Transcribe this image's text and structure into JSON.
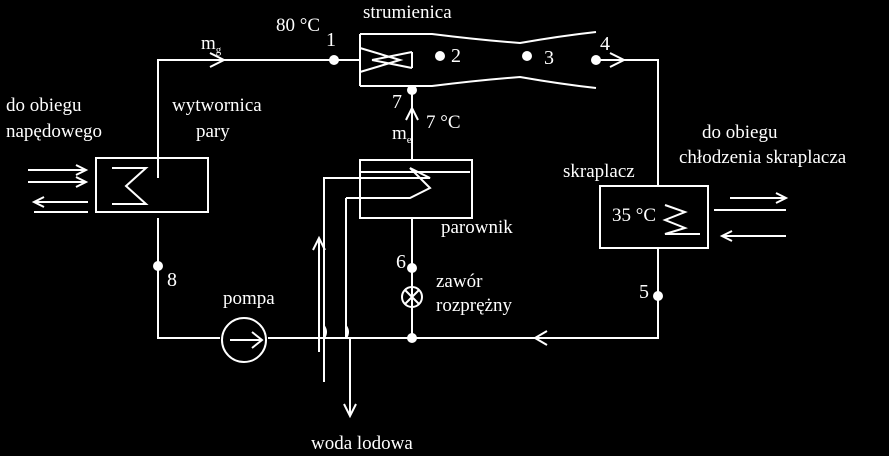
{
  "labels": {
    "ejector": "strumienica",
    "temp_generator": "80 °C",
    "temp_evaporator": "7 °C",
    "temp_condenser": "35 °C",
    "drive_circuit_line1": "do obiegu",
    "drive_circuit_line2": "napędowego",
    "generator_line1": "wytwornica",
    "generator_line2": "pary",
    "cooling_circuit_line1": "do obiegu",
    "cooling_circuit_line2": "chłodzenia skraplacza",
    "condenser": "skraplacz",
    "evaporator": "parownik",
    "valve_line1": "zawór",
    "valve_line2": "rozprężny",
    "pump": "pompa",
    "chilled_water": "woda lodowa",
    "mass_flow_motive_m": "m",
    "mass_flow_motive_sub": "g",
    "mass_flow_entrained_m": "m",
    "mass_flow_entrained_sub": "e"
  },
  "points": {
    "p1": "1",
    "p2": "2",
    "p3": "3",
    "p4": "4",
    "p5": "5",
    "p6": "6",
    "p7": "7",
    "p8": "8"
  },
  "colors": {
    "background": "#000000",
    "line": "#ffffff"
  }
}
